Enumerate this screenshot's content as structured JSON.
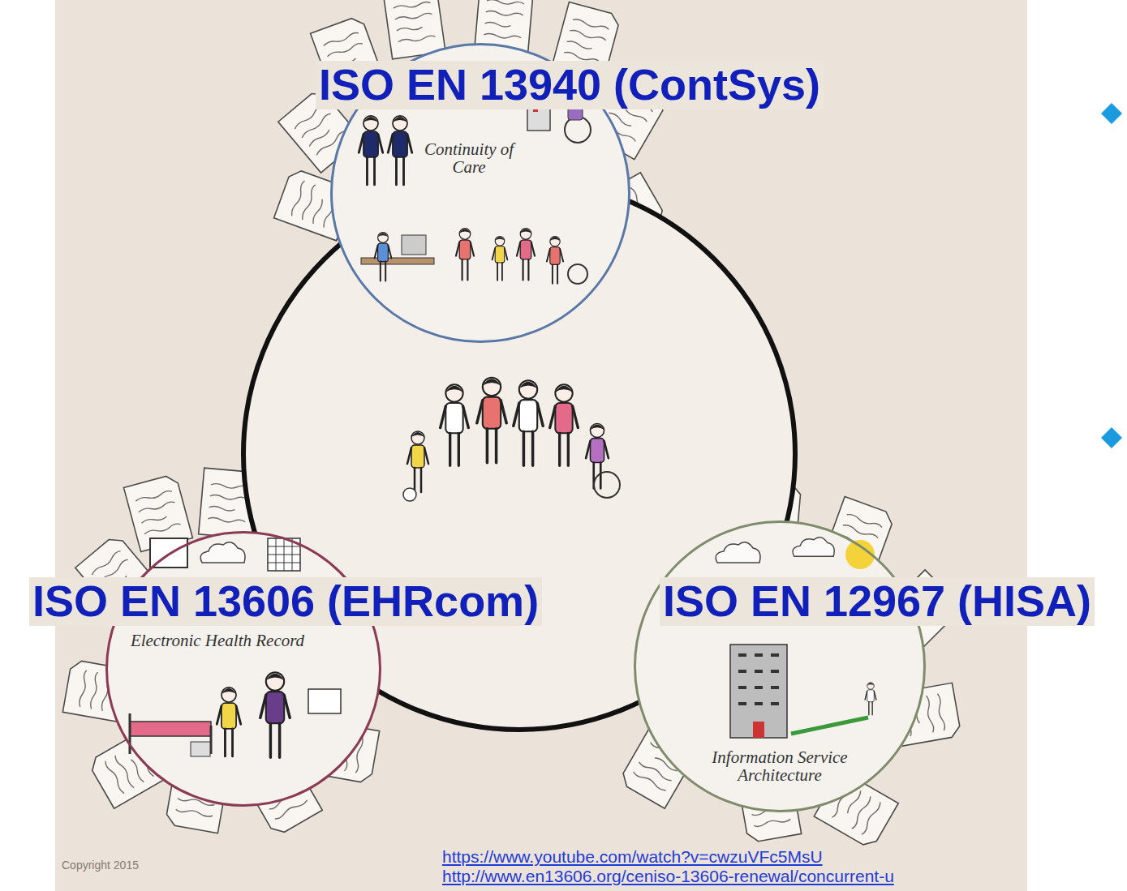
{
  "diagram": {
    "nodes": [
      {
        "text": [
          "ISO EN 13940 (ContSys)",
          "Continuity of Care"
        ]
      },
      {
        "text": [
          "ISO EN 13606 (EHRcom)",
          "Electronic Health Record"
        ]
      },
      {
        "text": [
          "ISO EN 12967 (HISA)",
          "Information Service Architecture"
        ]
      }
    ],
    "labels": [
      "https://www.youtube.com/watch?v=cwzuVFc5MsU",
      "http://www.en13606.org/ceniso-13606-renewal/concurrent-u",
      "Copyright 2015"
    ]
  }
}
